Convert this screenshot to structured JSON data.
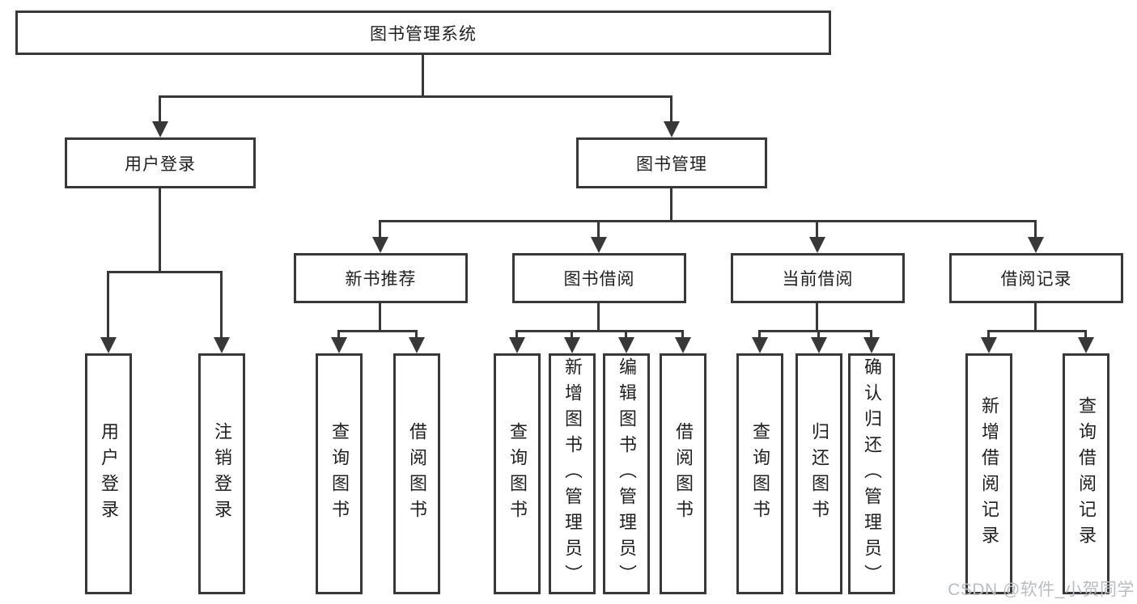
{
  "diagram": {
    "root": "图书管理系统",
    "level2": [
      "用户登录",
      "图书管理"
    ],
    "level3": [
      "新书推荐",
      "图书借阅",
      "当前借阅",
      "借阅记录"
    ],
    "leaves": [
      "用户登录",
      "注销登录",
      "查询图书",
      "借阅图书",
      "查询图书",
      "新增图书（管理员）",
      "编辑图书（管理员）",
      "借阅图书",
      "查询图书",
      "归还图书",
      "确认归还（管理员）",
      "新增借阅记录",
      "查询借阅记录"
    ]
  },
  "watermark": "CSDN @软件_小贺同学",
  "colors": {
    "line": "#383838",
    "text": "#1f1f1f",
    "watermark": "#b9bdc2",
    "background": "#ffffff"
  }
}
